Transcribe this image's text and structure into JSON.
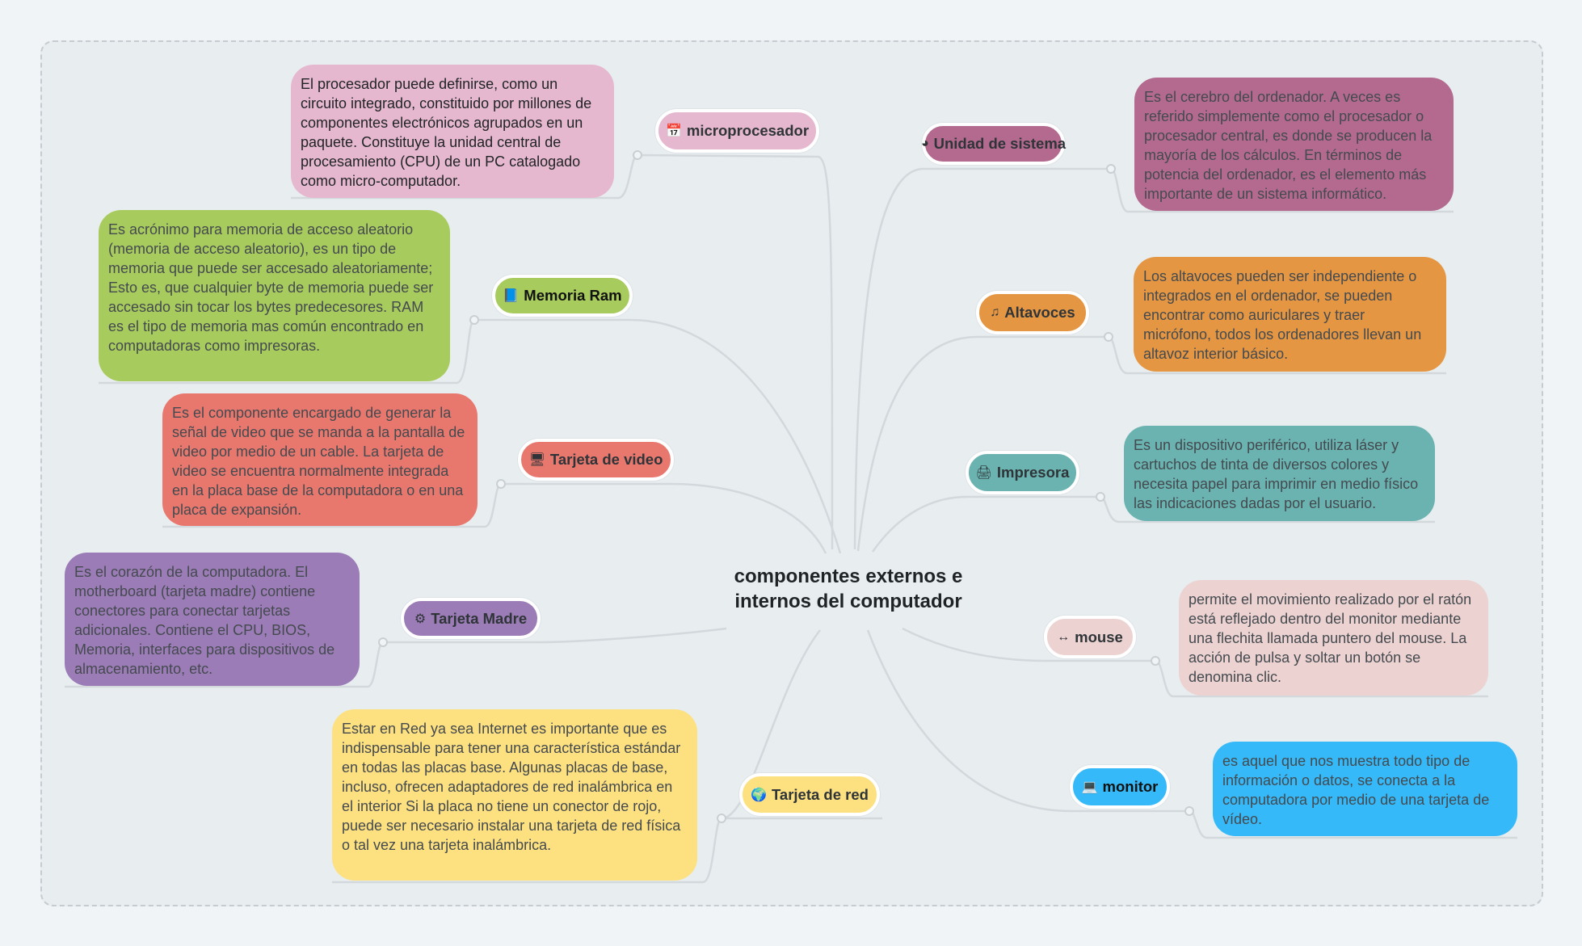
{
  "central_topic": "componentes externos e internos del computador",
  "colors": {
    "background": "#e8edf0",
    "connector": "#d3d8dc"
  },
  "topics": [
    {
      "id": "micro",
      "label": "microprocesador",
      "icon": "calendar-icon",
      "glyph": "📅",
      "color": "#e6b8cf",
      "description": "El  procesador puede definirse, como un circuito integrado, constituido por millones de componentes electrónicos agrupados  en un paquete. Constituye la unidad central  de procesamiento (CPU) de un PC  catalogado como micro-computador."
    },
    {
      "id": "ram",
      "label": "Memoria Ram",
      "icon": "book-icon",
      "glyph": "📘",
      "color": "#a8cb5d",
      "description": "Es acrónimo para memoria de acceso aleatorio (memoria de acceso aleatorio), es un tipo  de memoria que puede ser accesado aleatoriamente; Esto es, que cualquier byte  de memoria puede ser accesado sin tocar  los bytes predecesores. RAM es el tipo de  memoria mas común encontrado en  computadoras como impresoras."
    },
    {
      "id": "video",
      "label": "Tarjeta de video",
      "icon": "desktop-icon",
      "glyph": "🖥",
      "color": "#e8786e",
      "description": "Es el componente encargado de generar la señal de video que se manda a la pantalla de video por medio de un cable. La tarjeta de video se encuentra normalmente integrada en la placa base de la computadora o en una placa de expansión."
    },
    {
      "id": "madre",
      "label": "Tarjeta Madre",
      "icon": "gear-icon",
      "glyph": "⚙",
      "color": "#9b7cb6",
      "description": "Es el corazón de la computadora. El motherboard (tarjeta madre) contiene conectores para conectar tarjetas adicionales. Contiene el CPU, BIOS, Memoria, interfaces para dispositivos de almacenamiento, etc."
    },
    {
      "id": "red",
      "label": "Tarjeta de red",
      "icon": "globe-icon",
      "glyph": "🌍",
      "color": "#fde07f",
      "description": "Estar en Red ya sea Internet  es  importante que es indispensable para tener  una característica estándar en  todas las placas base. Algunas placas de base,  incluso, ofrecen adaptadores de red inalámbrica en el interior Si la placa  no tiene un conector de rojo, puede ser  necesario instalar una tarjeta de red física o  tal vez una tarjeta inalámbrica."
    },
    {
      "id": "unidad",
      "label": "Unidad de sistema",
      "icon": "pie-chart-icon",
      "glyph": "◕",
      "color": "#b36a8e",
      "description": "Es el cerebro del ordenador. A veces es referido simplemente como el procesador o procesador central, es donde se producen la mayoría de los cálculos. En términos de potencia del ordenador, es el elemento más importante de un sistema informático."
    },
    {
      "id": "altavoces",
      "label": "Altavoces",
      "icon": "music-note-icon",
      "glyph": "♫",
      "color": "#e59642",
      "description": "Los altavoces pueden ser independiente o integrados en el ordenador, se pueden encontrar como auriculares y traer micrófono, todos los ordenadores llevan un altavoz interior básico."
    },
    {
      "id": "impresora",
      "label": "Impresora",
      "icon": "printer-icon",
      "glyph": "🖨",
      "color": "#6bb3b0",
      "description": "Es un dispositivo periférico, utiliza láser  y cartuchos de tinta de diversos colores y necesita papel para imprimir en medio físico las indicaciones dadas por el usuario."
    },
    {
      "id": "mouse",
      "label": "mouse",
      "icon": "left-right-arrow-icon",
      "glyph": "↔",
      "color": "#ecd3d2",
      "description": "permite el  movimiento realizado por el ratón está  reflejado dentro del monitor mediante una  flechita llamada puntero del mouse. La  acción de pulsa y soltar un botón se  denomina clic."
    },
    {
      "id": "monitor",
      "label": "monitor",
      "icon": "laptop-icon",
      "glyph": "💻",
      "color": "#36b9f8",
      "description": "es aquel que nos muestra todo tipo de información o datos, se conecta a la computadora por medio de una tarjeta de vídeo."
    }
  ]
}
